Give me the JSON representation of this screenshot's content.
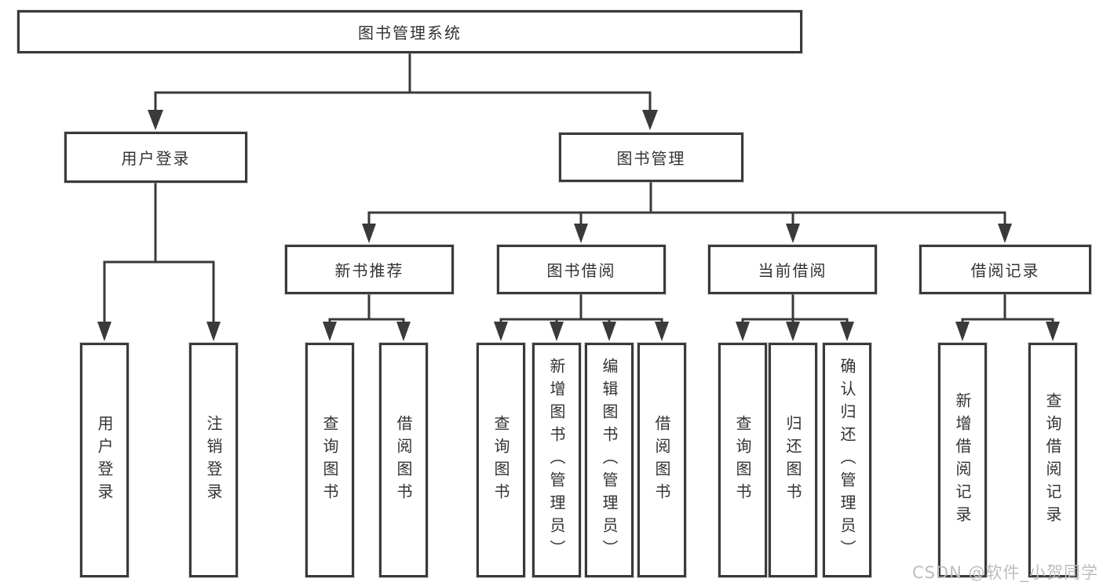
{
  "diagram": {
    "type": "hierarchy-tree",
    "root": {
      "label": "图书管理系统"
    },
    "level2": [
      {
        "label": "用户登录",
        "parent": "图书管理系统"
      },
      {
        "label": "图书管理",
        "parent": "图书管理系统"
      }
    ],
    "level3": [
      {
        "label": "新书推荐",
        "parent": "图书管理"
      },
      {
        "label": "图书借阅",
        "parent": "图书管理"
      },
      {
        "label": "当前借阅",
        "parent": "图书管理"
      },
      {
        "label": "借阅记录",
        "parent": "图书管理"
      }
    ],
    "leaves": [
      {
        "label": "用户登录",
        "parent": "用户登录"
      },
      {
        "label": "注销登录",
        "parent": "用户登录"
      },
      {
        "label": "查询图书",
        "parent": "新书推荐"
      },
      {
        "label": "借阅图书",
        "parent": "新书推荐"
      },
      {
        "label": "查询图书",
        "parent": "图书借阅"
      },
      {
        "label": "新增图书（管理员）",
        "parent": "图书借阅"
      },
      {
        "label": "编辑图书（管理员）",
        "parent": "图书借阅"
      },
      {
        "label": "借阅图书",
        "parent": "图书借阅"
      },
      {
        "label": "查询图书",
        "parent": "当前借阅"
      },
      {
        "label": "归还图书",
        "parent": "当前借阅"
      },
      {
        "label": "确认归还（管理员）",
        "parent": "当前借阅"
      },
      {
        "label": "新增借阅记录",
        "parent": "借阅记录"
      },
      {
        "label": "查询借阅记录",
        "parent": "借阅记录"
      }
    ],
    "colors": {
      "line": "#3a3a3a",
      "box_border": "#3a3a3a",
      "box_fill": "#ffffff",
      "text": "#333333",
      "watermark": "#bdbdbd",
      "background": "#ffffff"
    }
  },
  "watermark": {
    "text": "CSDN @软件_小贺同学"
  }
}
